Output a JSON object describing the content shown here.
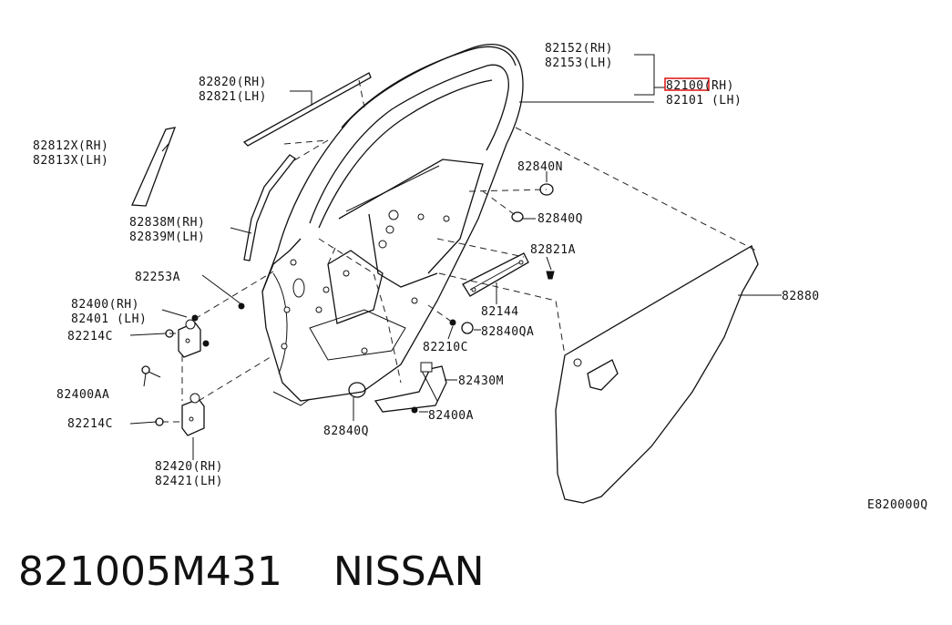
{
  "labels": {
    "l82152": "82152(RH)",
    "l82153": "82153(LH)",
    "l82100": "82100(RH)",
    "l82101": "82101 (LH)",
    "l82820": "82820(RH)",
    "l82821": "82821(LH)",
    "l82812x": "82812X(RH)",
    "l82813x": "82813X(LH)",
    "l82840n": "82840N",
    "l82840q_a": "82840Q",
    "l82838m": "82838M(RH)",
    "l82839m": "82839M(LH)",
    "l82821a": "82821A",
    "l82253a": "82253A",
    "l82880": "82880",
    "l82400": "82400(RH)",
    "l82401": "82401 (LH)",
    "l82144": "82144",
    "l82214c_a": "82214C",
    "l82840qa": "82840QA",
    "l82210c": "82210C",
    "l82400aa": "82400AA",
    "l82430m": "82430M",
    "l82214c_b": "82214C",
    "l82400a": "82400A",
    "l82840q_b": "82840Q",
    "l82420": "82420(RH)",
    "l82421": "82421(LH)",
    "diagram_code": "E820000Q"
  },
  "highlight": {
    "color": "#e02020",
    "part": "82100"
  },
  "footer": {
    "part_number": "821005M431",
    "brand": "NISSAN"
  }
}
